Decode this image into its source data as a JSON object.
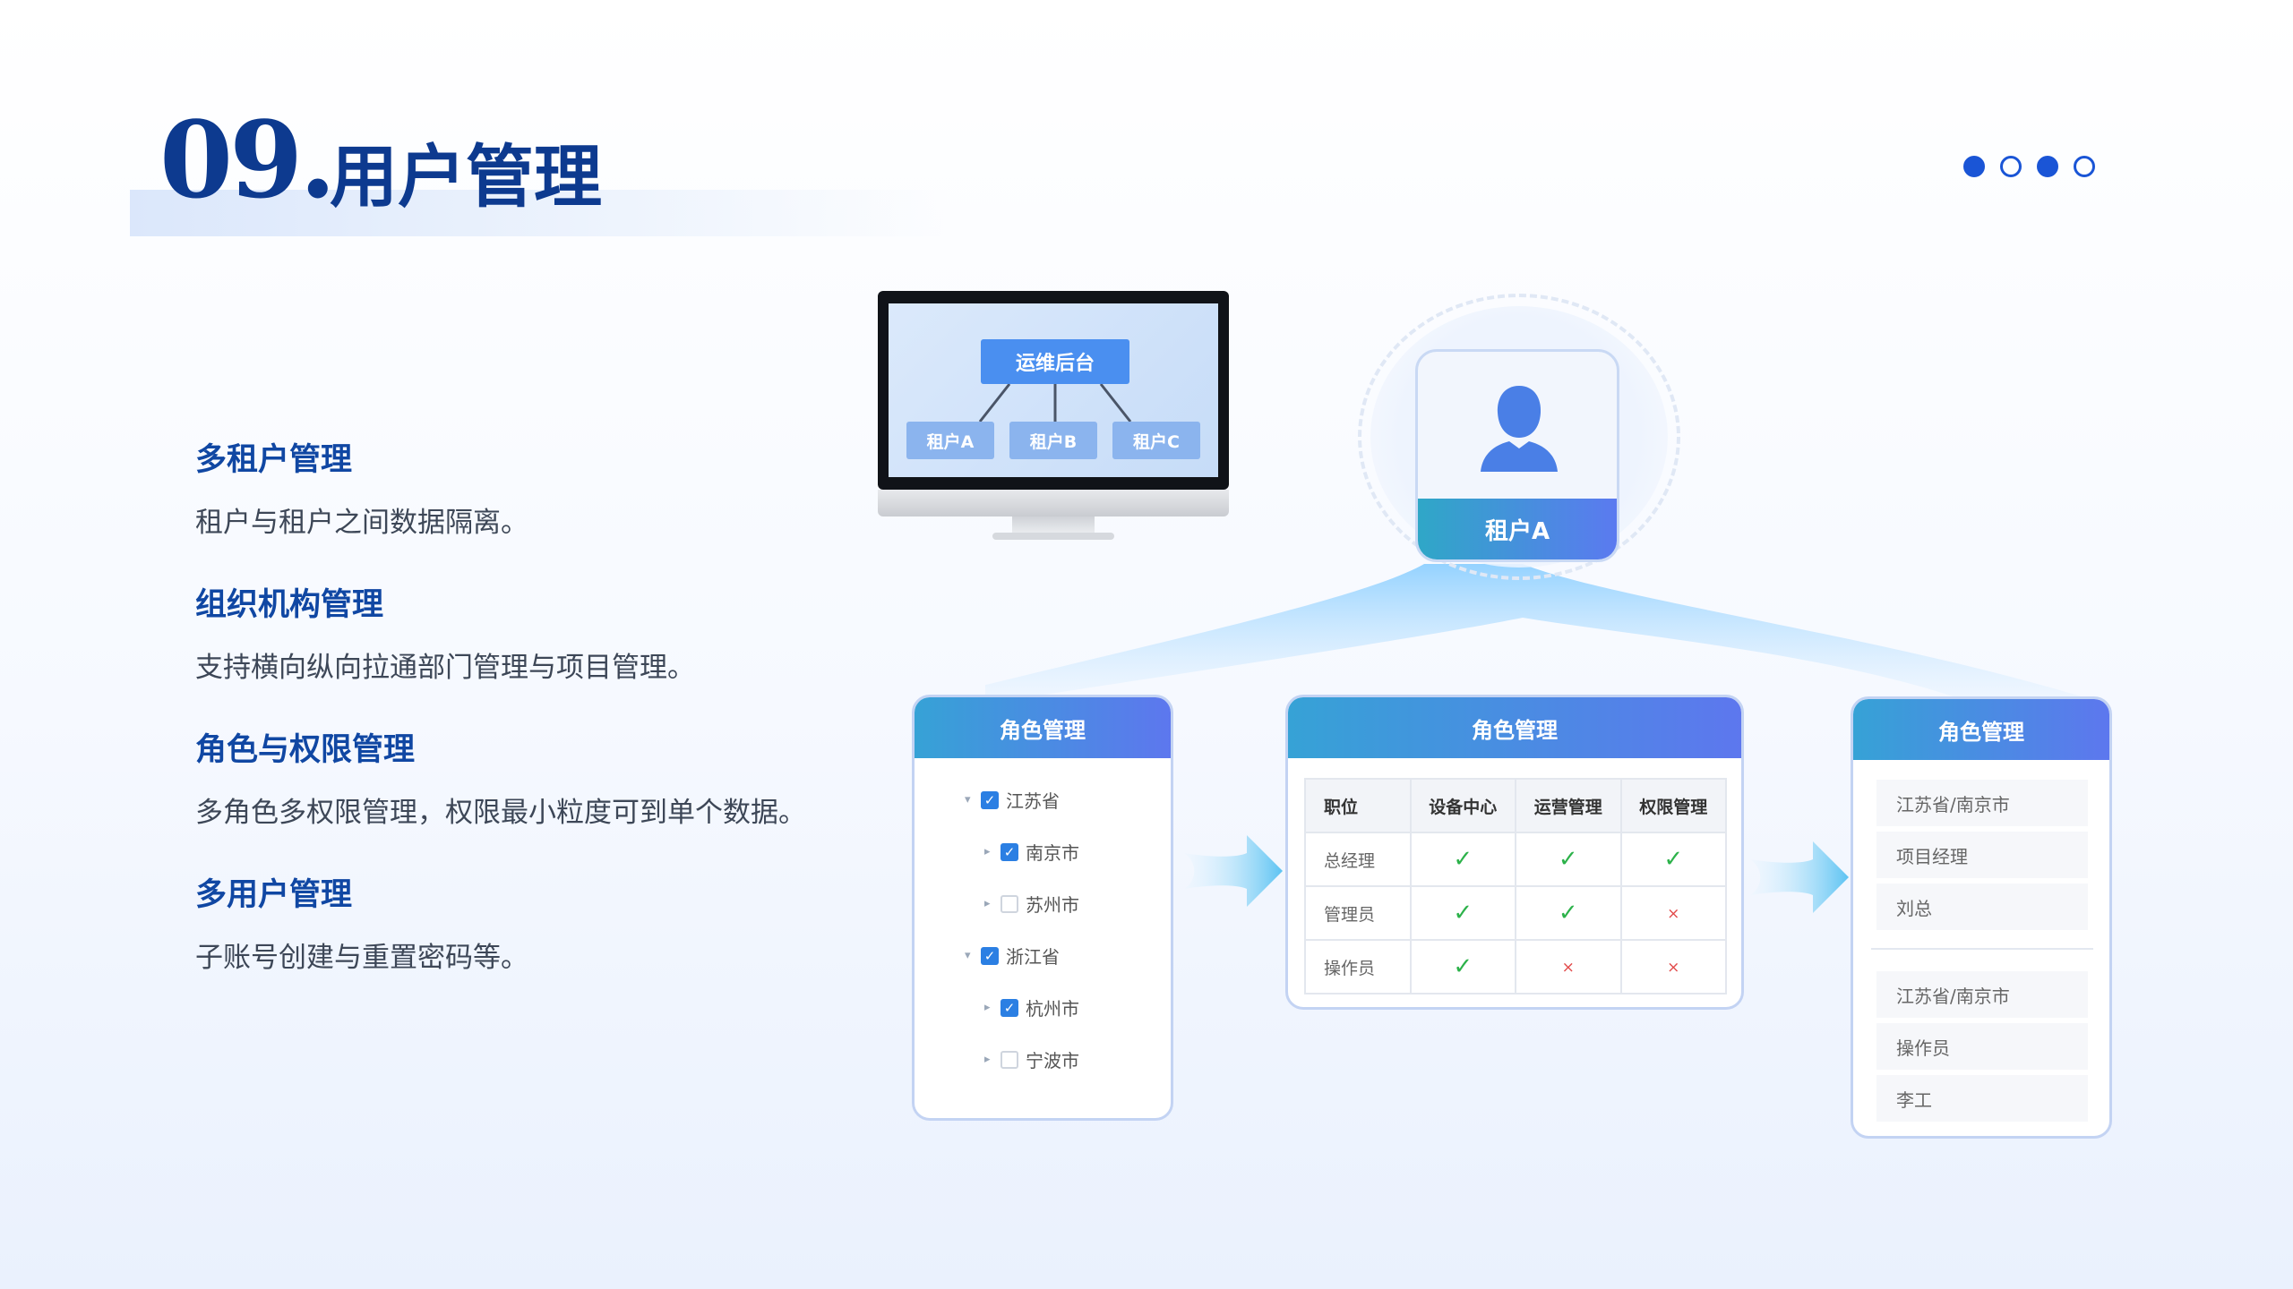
{
  "header": {
    "number": "09.",
    "title": "用户管理",
    "page_dots": [
      "filled",
      "empty",
      "filled",
      "empty"
    ]
  },
  "features": [
    {
      "title": "多租户管理",
      "desc": "租户与租户之间数据隔离。"
    },
    {
      "title": "组织机构管理",
      "desc": "支持横向纵向拉通部门管理与项目管理。"
    },
    {
      "title": "角色与权限管理",
      "desc": "多角色多权限管理，权限最小粒度可到单个数据。"
    },
    {
      "title": "多用户管理",
      "desc": "子账号创建与重置密码等。"
    }
  ],
  "monitor": {
    "ops": "运维后台",
    "tenants": [
      "租户A",
      "租户B",
      "租户C"
    ]
  },
  "avatar": {
    "label": "租户A",
    "icon": "user-icon"
  },
  "panel_org": {
    "title": "角色管理",
    "rows": [
      {
        "label": "江苏省",
        "checked": true,
        "caret": "down",
        "level": 0
      },
      {
        "label": "南京市",
        "checked": true,
        "caret": "right",
        "level": 1
      },
      {
        "label": "苏州市",
        "checked": false,
        "caret": "right",
        "level": 1
      },
      {
        "label": "浙江省",
        "checked": true,
        "caret": "down",
        "level": 0
      },
      {
        "label": "杭州市",
        "checked": true,
        "caret": "right",
        "level": 1
      },
      {
        "label": "宁波市",
        "checked": false,
        "caret": "right",
        "level": 1
      }
    ]
  },
  "panel_perm": {
    "title": "角色管理",
    "headers": [
      "职位",
      "设备中心",
      "运营管理",
      "权限管理"
    ],
    "rows": [
      {
        "role": "总经理",
        "perms": [
          "yes",
          "yes",
          "yes"
        ]
      },
      {
        "role": "管理员",
        "perms": [
          "yes",
          "yes",
          "no"
        ]
      },
      {
        "role": "操作员",
        "perms": [
          "yes",
          "no",
          "no"
        ]
      }
    ],
    "yes_symbol": "✓",
    "no_symbol": "×"
  },
  "panel_users": {
    "title": "角色管理",
    "groups": [
      [
        "江苏省/南京市",
        "项目经理",
        "刘总"
      ],
      [
        "江苏省/南京市",
        "操作员",
        "李工"
      ]
    ]
  },
  "colors": {
    "accent": "#1a55d6",
    "title": "#0d3a8f",
    "check": "#2cb24a",
    "cross": "#e24a4a"
  }
}
